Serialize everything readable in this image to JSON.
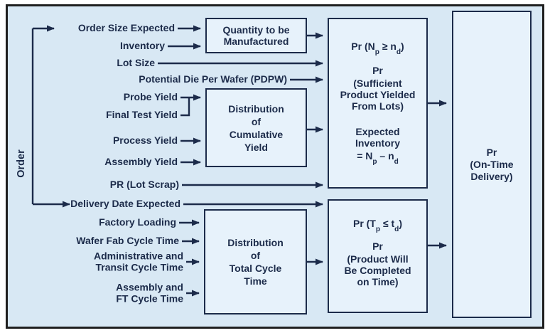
{
  "theme": {
    "page-bg": "#ffffff",
    "diagram-bg": "#d8e8f4",
    "box-bg": "#e7f2fb",
    "ink": "#1c2b4a",
    "frame": "#1f1f1f"
  },
  "order_label": "Order",
  "inputs": [
    "Order Size Expected",
    "Inventory",
    "Lot Size",
    "Potential Die Per Wafer (PDPW)",
    "Probe Yield",
    "Final Test Yield",
    "Process Yield",
    "Assembly Yield",
    "PR (Lot Scrap)",
    "Delivery Date Expected",
    "Factory Loading",
    "Wafer Fab Cycle Time",
    "Administrative and\nTransit Cycle Time",
    "Assembly and\nFT Cycle Time"
  ],
  "process_boxes": {
    "quantity": "Quantity to be\nManufactured",
    "cumulative_yield": "Distribution\nof\nCumulative\nYield",
    "total_cycle": "Distribution\nof\nTotal Cycle\nTime"
  },
  "inventory_panel": {
    "f1": {
      "a": "Pr (N",
      "as": "p",
      "b": " ≥ n",
      "bs": "d",
      "c": ")"
    },
    "pr": "Pr",
    "sufficient": "(Sufficient\nProduct Yielded\nFrom Lots)",
    "expected": "Expected\nInventory",
    "f2": {
      "a": "= N",
      "as": "p",
      "b": " – n",
      "bs": "d"
    }
  },
  "ontime_panel": {
    "f1": {
      "a": "Pr (T",
      "as": "p",
      "b": " ≤ t",
      "bs": "d",
      "c": ")"
    },
    "pr": "Pr",
    "body": "(Product Will\nBe Completed\non Time)"
  },
  "delivery_panel": {
    "title": "Pr\n(On-Time\nDelivery)"
  }
}
